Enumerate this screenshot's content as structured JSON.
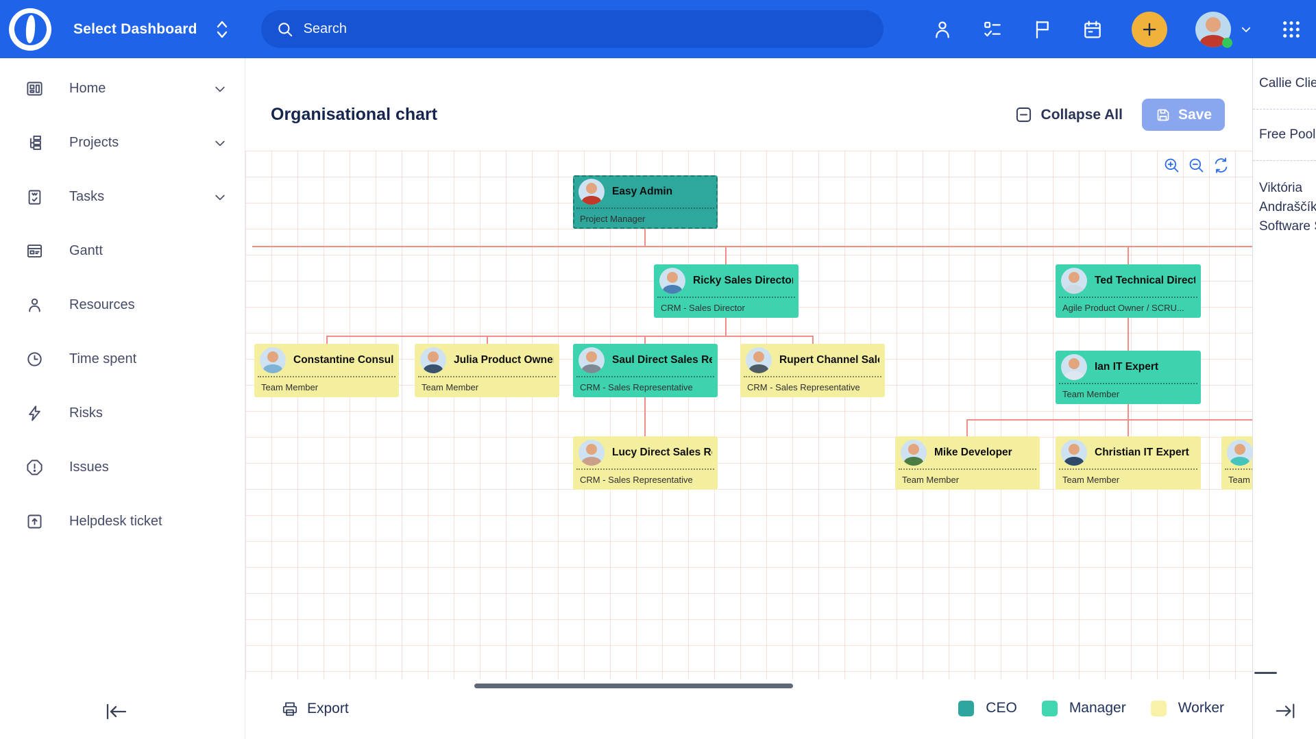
{
  "topbar": {
    "dashboard_selector_label": "Select Dashboard",
    "search_placeholder": "Search",
    "icons": [
      "person-icon",
      "checklist-icon",
      "flag-icon",
      "calendar-icon",
      "plus-icon",
      "avatar",
      "chevron-down-icon",
      "apps-grid-icon"
    ],
    "colors": {
      "bar": "#1E63E8",
      "search_field": "#1754D3",
      "plus_button": "#F0B23A"
    }
  },
  "sidebar": {
    "items": [
      {
        "label": "Home",
        "icon": "home-dashboard-icon",
        "expandable": true
      },
      {
        "label": "Projects",
        "icon": "projects-tree-icon",
        "expandable": true
      },
      {
        "label": "Tasks",
        "icon": "tasks-clipboard-icon",
        "expandable": true
      },
      {
        "label": "Gantt",
        "icon": "gantt-icon",
        "expandable": false
      },
      {
        "label": "Resources",
        "icon": "resources-person-icon",
        "expandable": false
      },
      {
        "label": "Time spent",
        "icon": "clock-icon",
        "expandable": false
      },
      {
        "label": "Risks",
        "icon": "risks-bolt-icon",
        "expandable": false
      },
      {
        "label": "Issues",
        "icon": "issues-alert-icon",
        "expandable": false
      },
      {
        "label": "Helpdesk ticket",
        "icon": "helpdesk-box-icon",
        "expandable": false
      }
    ]
  },
  "header": {
    "title": "Organisational chart",
    "collapse_all_label": "Collapse All",
    "save_label": "Save"
  },
  "canvas": {
    "controls": [
      "zoom-in-icon",
      "zoom-out-icon",
      "refresh-icon"
    ]
  },
  "org_chart": {
    "colors": {
      "ceo": "#2EA89C",
      "manager": "#3DD3AE",
      "worker": "#F4EE9F",
      "connector": "#EF8F88"
    },
    "nodes": [
      {
        "name": "Easy Admin",
        "role": "Project Manager",
        "type": "ceo",
        "selected": true
      },
      {
        "name": "Ricky Sales Director",
        "role": "CRM - Sales Director",
        "type": "manager"
      },
      {
        "name": "Ted Technical Director",
        "role": "Agile Product Owner / SCRU...",
        "type": "manager"
      },
      {
        "name": "Constantine Consult...",
        "role": "Team Member",
        "type": "worker"
      },
      {
        "name": "Julia Product Owner",
        "role": "Team Member",
        "type": "worker"
      },
      {
        "name": "Saul Direct Sales Rep",
        "role": "CRM - Sales Representative",
        "type": "manager"
      },
      {
        "name": "Rupert Channel Sale...",
        "role": "CRM - Sales Representative",
        "type": "worker"
      },
      {
        "name": "Ian IT Expert",
        "role": "Team Member",
        "type": "manager"
      },
      {
        "name": "Lucy Direct Sales Rep",
        "role": "CRM - Sales Representative",
        "type": "worker"
      },
      {
        "name": "Mike Developer",
        "role": "Team Member",
        "type": "worker"
      },
      {
        "name": "Christian IT Expert",
        "role": "Team Member",
        "type": "worker"
      },
      {
        "name": "",
        "role": "Team Member",
        "type": "worker"
      }
    ]
  },
  "right_panel": {
    "item1": "Callie Client",
    "item2": "Free Pool",
    "item3_lines": [
      "Viktória",
      "Andraščíková",
      "Software S"
    ]
  },
  "footer": {
    "export_label": "Export",
    "legend": [
      {
        "label": "CEO",
        "color": "#2EA69E"
      },
      {
        "label": "Manager",
        "color": "#40D6AF"
      },
      {
        "label": "Worker",
        "color": "#F8F2A8"
      }
    ]
  }
}
